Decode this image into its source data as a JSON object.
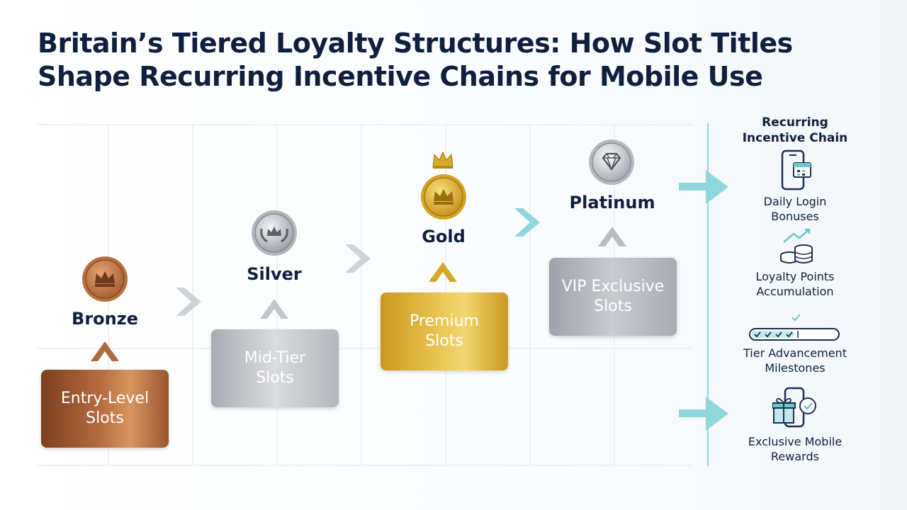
{
  "title": {
    "line1": "Britain’s Tiered Loyalty Structures: How Slot Titles",
    "line2": "Shape Recurring Incentive Chains for Mobile Use"
  },
  "tiers": [
    {
      "name": "Bronze",
      "block": "Entry-Level\nSlots",
      "icon": "crown-icon"
    },
    {
      "name": "Silver",
      "block": "Mid-Tier\nSlots",
      "icon": "laurel-crown-icon"
    },
    {
      "name": "Gold",
      "block": "Premium\nSlots",
      "icon": "crown-icon"
    },
    {
      "name": "Platinum",
      "block": "VIP Exclusive\nSlots",
      "icon": "diamond-icon"
    }
  ],
  "chain": {
    "title": "Recurring\nIncentive Chain",
    "steps": [
      {
        "label": "Daily Login\nBonuses",
        "icon": "phone-calendar-icon"
      },
      {
        "label": "Loyalty Points\nAccumulation",
        "icon": "coin-stack-icon"
      },
      {
        "label": "Tier Advancement\nMilestones",
        "icon": "progress-checklist-icon"
      },
      {
        "label": "Exclusive Mobile\nRewards",
        "icon": "phone-gift-icon"
      }
    ]
  },
  "colors": {
    "title": "#0f1f3d",
    "bronze": "#a0603a",
    "silver": "#b9bcc1",
    "gold": "#d4ab2c",
    "platinum": "#a9acb3",
    "teal": "#7ccfd6",
    "grid": "#e3e6ea"
  }
}
